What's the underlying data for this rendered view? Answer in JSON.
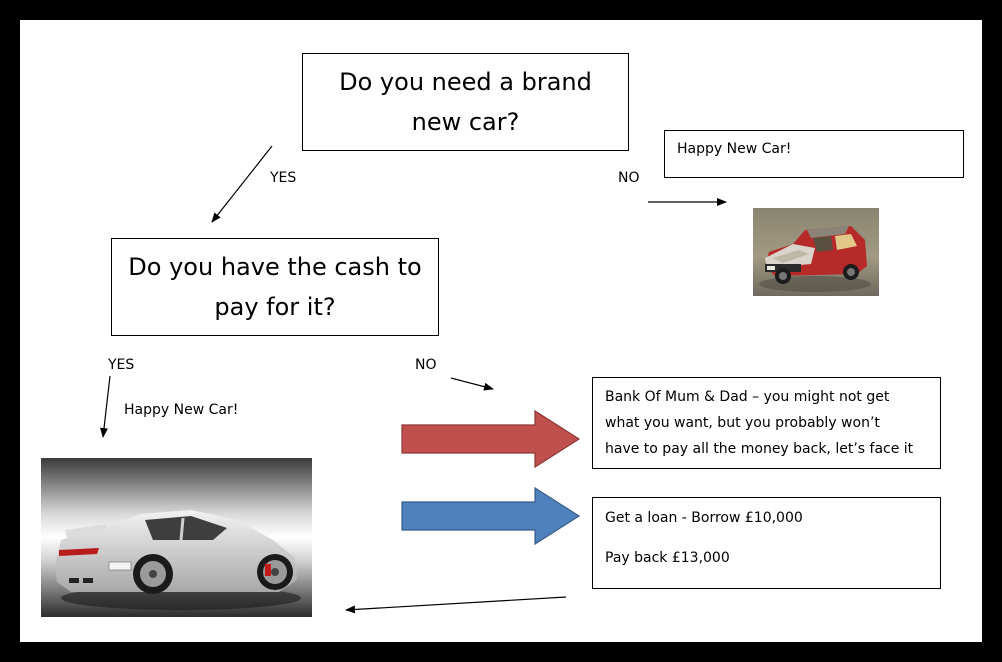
{
  "question1": {
    "line1": "Do you need a brand",
    "line2": "new car?"
  },
  "question2": {
    "line1": "Do you have the cash to",
    "line2": "pay for it?"
  },
  "labels": {
    "q1_yes": "YES",
    "q1_no": "NO",
    "q2_yes": "YES",
    "q2_no": "NO",
    "happy_yes": "Happy New Car!"
  },
  "happy_no_box": {
    "text": "Happy New Car!"
  },
  "bank_box": {
    "line1": "Bank Of Mum & Dad – you might not get",
    "line2": "what you want, but you probably won’t",
    "line3": "have to pay all the money back, let’s face it"
  },
  "loan_box": {
    "line1": "Get a loan - Borrow £10,000",
    "line2": "Pay back £13,000"
  },
  "images": {
    "old_car": "old-rusty-car",
    "new_car": "silver-sports-car"
  },
  "colors": {
    "red_arrow": "#c0504d",
    "blue_arrow": "#4f81bd",
    "background": "#ffffff",
    "border": "#000000"
  }
}
